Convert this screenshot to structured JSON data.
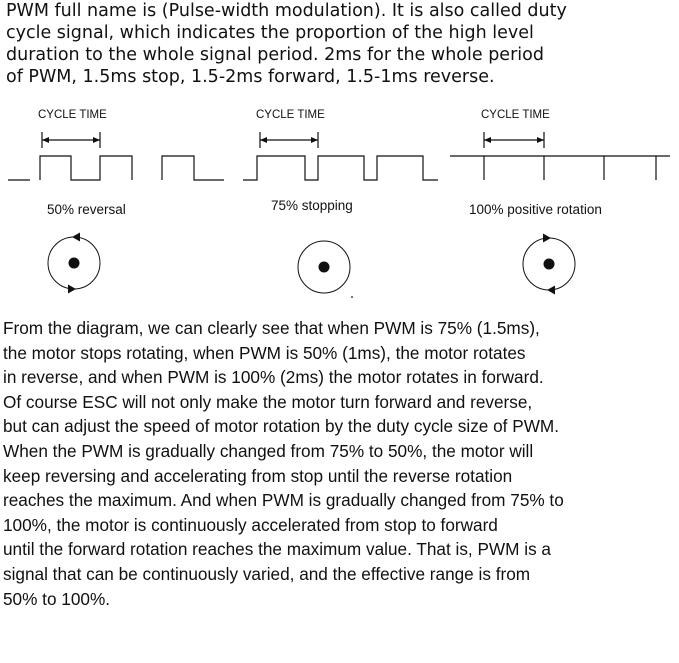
{
  "intro_lines": [
    "PWM full name is (Pulse-width modulation). It is also called duty",
    "cycle signal, which indicates the proportion of the high level",
    "duration to the whole signal period. 2ms for the whole period",
    "of PWM, 1.5ms stop, 1.5-2ms forward, 1.5-1ms reverse."
  ],
  "panels": [
    {
      "cycle_label": "CYCLE TIME",
      "caption": "50% reversal",
      "rotation": "reverse"
    },
    {
      "cycle_label": "CYCLE TIME",
      "caption": "75% stopping",
      "rotation": "stop"
    },
    {
      "cycle_label": "CYCLE TIME",
      "caption": "100% positive rotation",
      "rotation": "forward"
    }
  ],
  "body_lines": [
    "From the diagram, we can clearly see that when PWM is 75% (1.5ms),",
    "the motor stops rotating, when PWM is 50% (1ms), the motor rotates",
    "in reverse, and when PWM is 100% (2ms) the motor rotates in forward.",
    "Of course ESC will not only make the motor turn forward and reverse,",
    "but can adjust the speed of motor rotation by the duty cycle size of PWM.",
    "When the PWM is gradually changed from 75% to 50%, the motor will",
    "keep reversing and accelerating from stop until the reverse rotation",
    "reaches the maximum. And when PWM is gradually changed from 75% to",
    "100%, the motor is continuously accelerated from stop to forward",
    "until the forward rotation reaches the maximum value. That is, PWM is a",
    "signal that can be continuously varied, and the effective range is from",
    "50% to 100%."
  ],
  "colors": {
    "text": "#111111",
    "line": "#111111",
    "background": "#ffffff"
  }
}
